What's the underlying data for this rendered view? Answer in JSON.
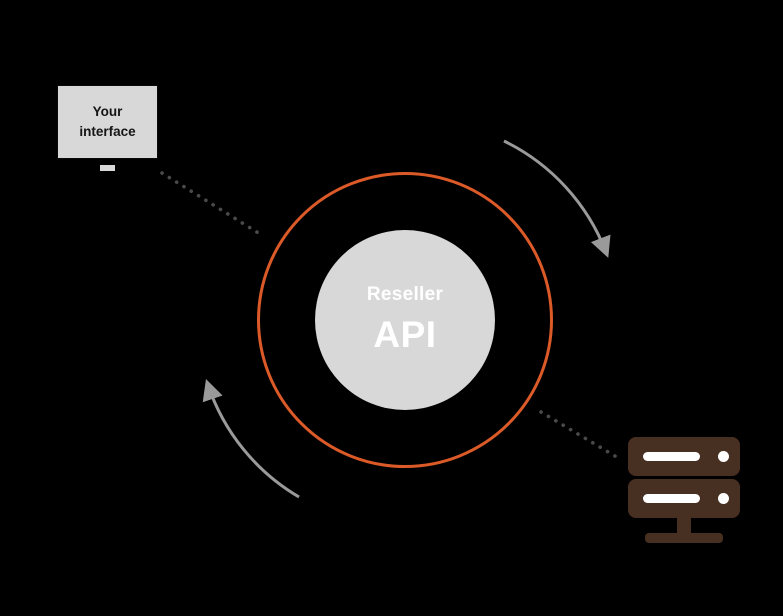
{
  "scene": {
    "interface": {
      "label": "Your interface"
    },
    "api": {
      "title": "Reseller",
      "subtitle": "API"
    }
  },
  "colors": {
    "background": "#000000",
    "ring_orange": "#DB5A28",
    "inner_circle_gray": "#D8D8D8",
    "center_text": "#FFFFFF",
    "screen_gray": "#D8D8D8",
    "screen_text": "#151515",
    "arrow_gray": "#9A9A9A",
    "dotted_line": "#4A4A4A",
    "server_brown": "#472F22",
    "server_slot_white": "#FFFFFF"
  }
}
